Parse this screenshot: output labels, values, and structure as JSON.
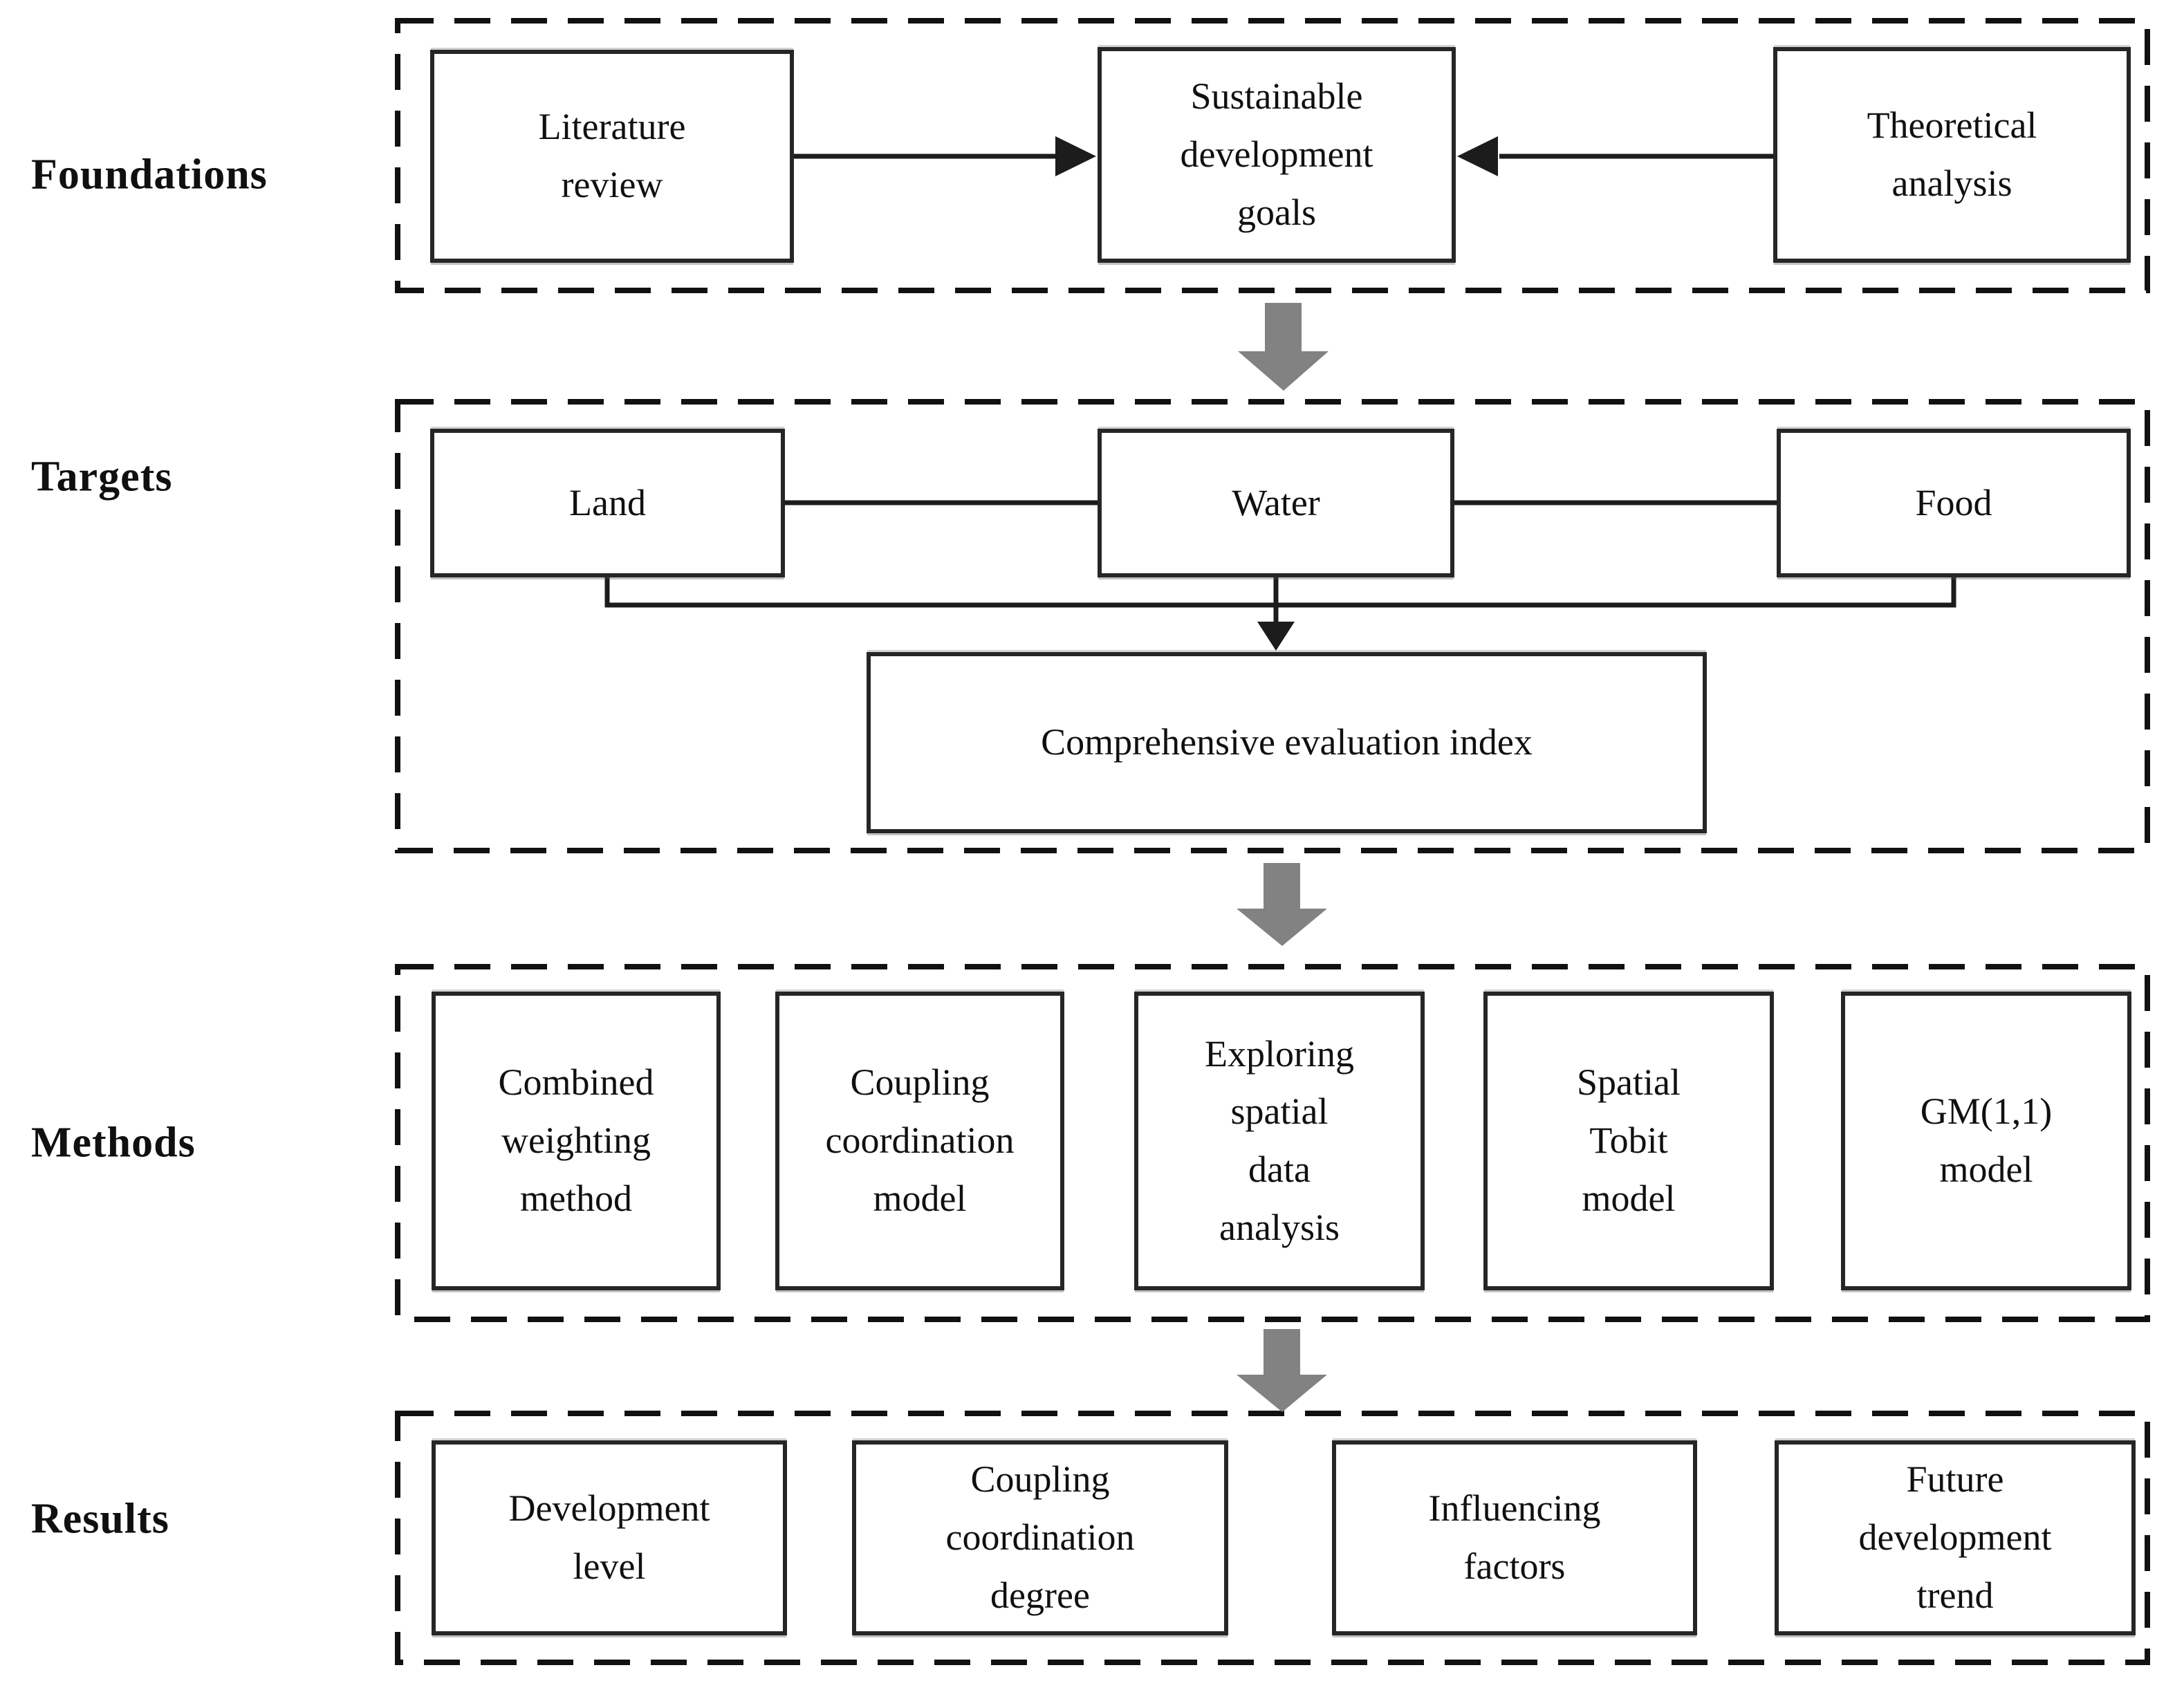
{
  "sections": {
    "foundations": {
      "label": "Foundations",
      "boxes": {
        "literature_review": [
          "Literature",
          "review"
        ],
        "sustainable_development_goals": [
          "Sustainable",
          "development",
          "goals"
        ],
        "theoretical_analysis": [
          "Theoretical",
          "analysis"
        ]
      }
    },
    "targets": {
      "label": "Targets",
      "boxes": {
        "land": "Land",
        "water": "Water",
        "food": "Food",
        "comprehensive_evaluation_index": "Comprehensive evaluation index"
      }
    },
    "methods": {
      "label": "Methods",
      "boxes": {
        "combined_weighting_method": [
          "Combined",
          "weighting",
          "method"
        ],
        "coupling_coordination_model": [
          "Coupling",
          "coordination",
          "model"
        ],
        "exploring_spatial_data_analysis": [
          "Exploring",
          "spatial",
          "data",
          "analysis"
        ],
        "spatial_tobit_model": [
          "Spatial",
          "Tobit",
          "model"
        ],
        "gm11_model": [
          "GM(1,1)",
          "model"
        ]
      }
    },
    "results": {
      "label": "Results",
      "boxes": {
        "development_level": [
          "Development",
          "level"
        ],
        "coupling_coordination_degree": [
          "Coupling",
          "coordination",
          "degree"
        ],
        "influencing_factors": [
          "Influencing",
          "factors"
        ],
        "future_development_trend": [
          "Future",
          "development",
          "trend"
        ]
      }
    }
  },
  "colors": {
    "connector_line": "#1c1c1c",
    "flow_arrow_gray": "#828282",
    "box_border": "#262626",
    "dashed_frame": "#111111",
    "text": "#101010",
    "background": "#ffffff"
  }
}
